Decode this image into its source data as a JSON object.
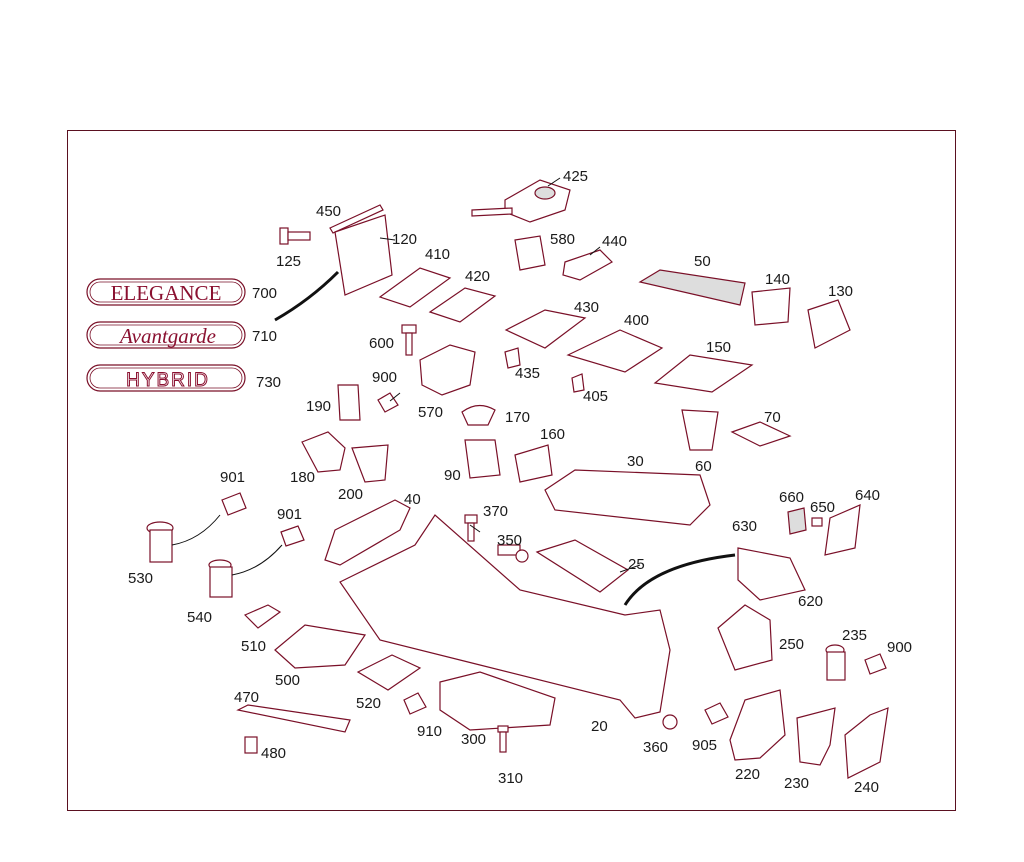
{
  "badges": [
    {
      "text": "ELEGANCE",
      "number": "700"
    },
    {
      "text": "Avantgarde",
      "number": "710"
    },
    {
      "text": "HYBRID",
      "number": "730"
    }
  ],
  "callouts": [
    "425",
    "450",
    "120",
    "125",
    "580",
    "440",
    "410",
    "420",
    "50",
    "140",
    "130",
    "430",
    "400",
    "600",
    "150",
    "435",
    "405",
    "570",
    "190",
    "900",
    "170",
    "60",
    "70",
    "160",
    "180",
    "200",
    "90",
    "30",
    "40",
    "370",
    "901",
    "901",
    "660",
    "650",
    "640",
    "530",
    "350",
    "25",
    "630",
    "540",
    "620",
    "510",
    "250",
    "500",
    "235",
    "900",
    "470",
    "520",
    "910",
    "300",
    "20",
    "360",
    "905",
    "480",
    "310",
    "220",
    "230",
    "240"
  ]
}
